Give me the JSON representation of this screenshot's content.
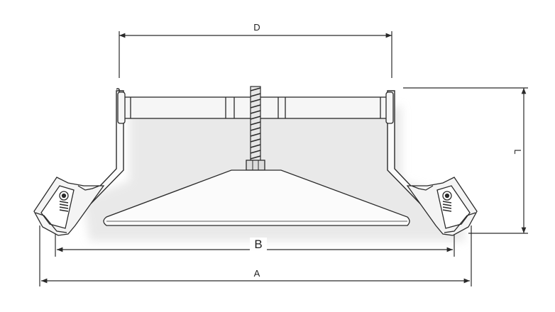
{
  "diagram": {
    "dimension_labels": {
      "d": "D",
      "l": "L",
      "b": "B",
      "a": "A"
    },
    "colors": {
      "line": "#2a2a2a",
      "shadow": "#cfcfcf",
      "handle_fill": "#f6f6f6",
      "background": "#ffffff"
    }
  }
}
